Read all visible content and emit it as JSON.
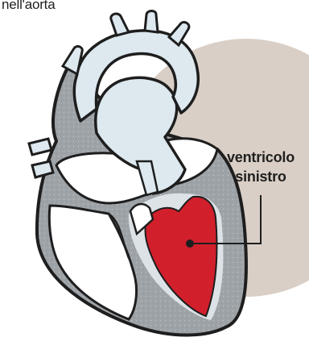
{
  "labels": {
    "aorta_caption": "nell'aorta",
    "left_ventricle_line1": "ventricolo",
    "left_ventricle_line2": "sinistro"
  },
  "colors": {
    "background_disc": "#d9cfc6",
    "outline": "#1e1e1e",
    "myocardium": "#9ea3a8",
    "vessel_fill": "#dde8ef",
    "chamber_fill": "#ffffff",
    "left_ventricle_fill": "#d21f2c",
    "leader_line": "#1e1e1e"
  }
}
